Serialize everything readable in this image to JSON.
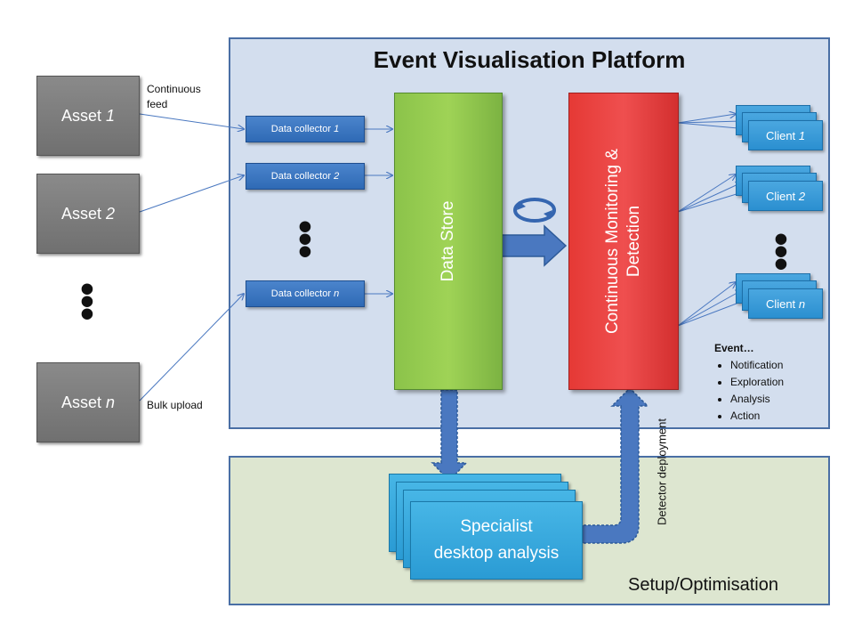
{
  "title": "Event Visualisation Platform",
  "setup_label": "Setup/Optimisation",
  "assets": [
    {
      "prefix": "Asset ",
      "suffix": "1"
    },
    {
      "prefix": "Asset ",
      "suffix": "2"
    },
    {
      "prefix": "Asset ",
      "suffix": "n"
    }
  ],
  "feed_labels": {
    "continuous": "Continuous\nfeed",
    "bulk": "Bulk upload"
  },
  "collectors": [
    {
      "prefix": "Data collector ",
      "suffix": "1"
    },
    {
      "prefix": "Data collector ",
      "suffix": "2"
    },
    {
      "prefix": "Data collector ",
      "suffix": "n"
    }
  ],
  "data_store": "Data Store",
  "monitor": {
    "line1": "Continuous Monitoring &",
    "line2": "Detection"
  },
  "clients": [
    {
      "prefix": "Client ",
      "suffix": "1"
    },
    {
      "prefix": "Client ",
      "suffix": "2"
    },
    {
      "prefix": "Client ",
      "suffix": "n"
    }
  ],
  "event": {
    "heading": "Event…",
    "items": [
      "Notification",
      "Exploration",
      "Analysis",
      "Action"
    ]
  },
  "specialist": {
    "line1": "Specialist",
    "line2": "desktop analysis"
  },
  "detector_deployment": "Detector deployment",
  "dots": "•\n•\n•",
  "colors": {
    "panel_top": "#d3deee",
    "panel_bottom": "#dde6d0",
    "store": "#8bc34a",
    "monitor": "#e53935",
    "client": "#2b8fd0",
    "arrow": "#4a78c0"
  }
}
